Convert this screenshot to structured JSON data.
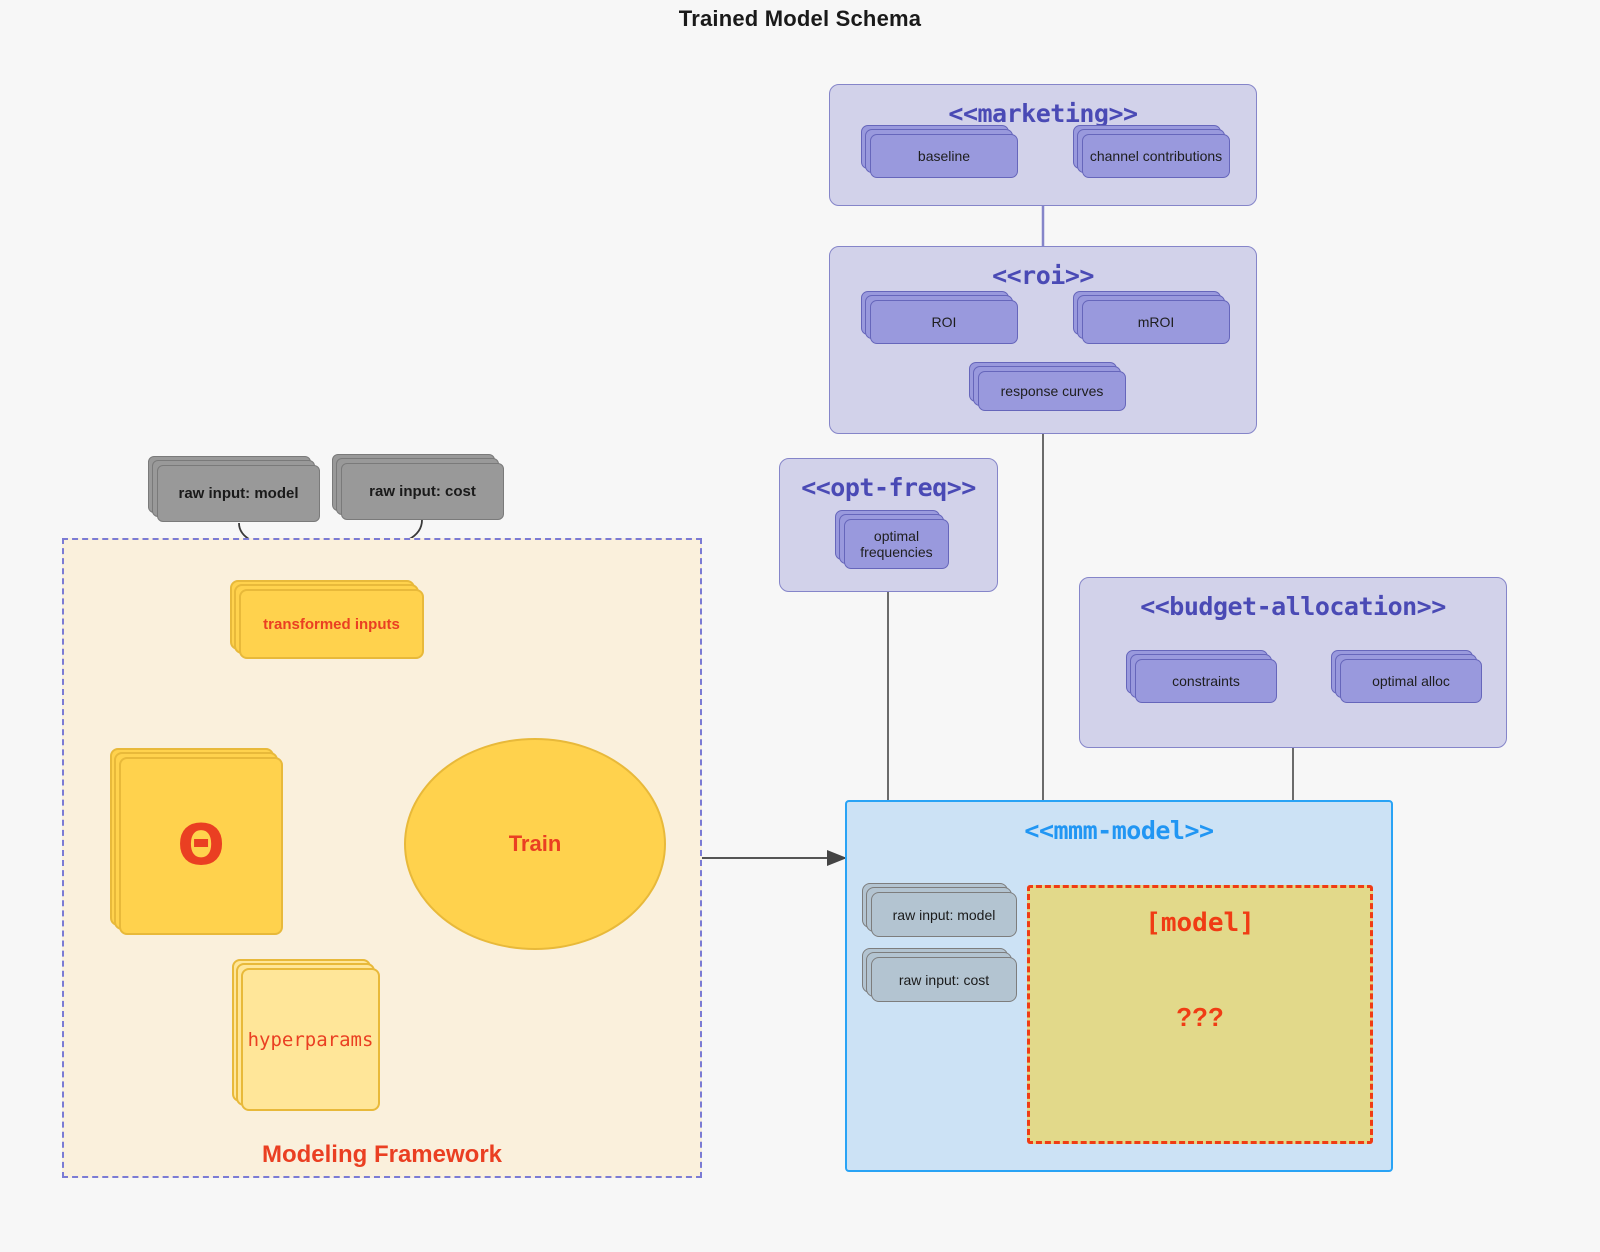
{
  "title": "Trained Model Schema",
  "packages": {
    "marketing": {
      "name": "<<marketing>>",
      "nodes": [
        {
          "label": "baseline"
        },
        {
          "label": "channel contributions"
        }
      ]
    },
    "roi": {
      "name": "<<roi>>",
      "nodes": [
        {
          "label": "ROI"
        },
        {
          "label": "mROI"
        },
        {
          "label": "response curves"
        }
      ]
    },
    "opt_freq": {
      "name": "<<opt-freq>>",
      "nodes": [
        {
          "label": "optimal frequencies"
        }
      ]
    },
    "budget_allocation": {
      "name": "<<budget-allocation>>",
      "nodes": [
        {
          "label": "constraints"
        },
        {
          "label": "optimal alloc"
        }
      ]
    },
    "mmm_model": {
      "name": "<<mmm-model>>",
      "nodes": [
        {
          "label": "raw input: model"
        },
        {
          "label": "raw input: cost"
        }
      ],
      "model_box": {
        "title": "[model]",
        "unknown": "???"
      }
    }
  },
  "framework": {
    "label": "Modeling Framework",
    "raw_inputs": [
      {
        "label": "raw input: model"
      },
      {
        "label": "raw input: cost"
      }
    ],
    "transformed_inputs": "transformed inputs",
    "theta": "Θ",
    "hyperparams": "hyperparams",
    "train": "Train"
  },
  "colors": {
    "background": "#f7f7f7",
    "package_fill": "#d2d2ea",
    "package_border": "#8585c9",
    "package_title": "#4a4ab5",
    "node_purple": "#9999dd",
    "node_grey": "#999999",
    "node_light_grey": "#b3c4d1",
    "gold": "#ffd24d",
    "pale_gold": "#ffe699",
    "gold_border": "#e8b93a",
    "accent_red": "#ea3f22",
    "mmm_border": "#29a3f5",
    "mmm_fill": "#cce2f5",
    "model_fill": "#e2d98a",
    "model_border": "#f03c14",
    "frame_fill": "#faf0dc",
    "frame_border": "#7b7bd4",
    "connector": "#6b6b6b"
  }
}
